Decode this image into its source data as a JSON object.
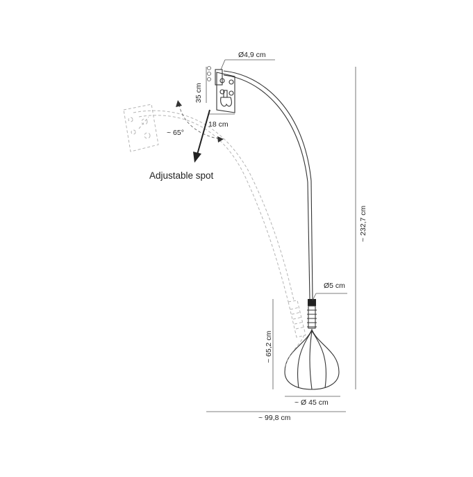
{
  "labels": {
    "head_diameter": "Ø4,9 cm",
    "head_height": "35 cm",
    "head_width": "18 cm",
    "angle": "~ 65°",
    "spot": "Adjustable spot",
    "total_height": "~ 232,7 cm",
    "stem_diameter": "Ø5 cm",
    "base_height": "~ 65,2 cm",
    "base_diameter": "~ Ø 45 cm",
    "total_width": "~ 99,8 cm"
  },
  "colors": {
    "line": "#333333",
    "ghost": "#b4b4b4",
    "dimension": "#555555"
  }
}
